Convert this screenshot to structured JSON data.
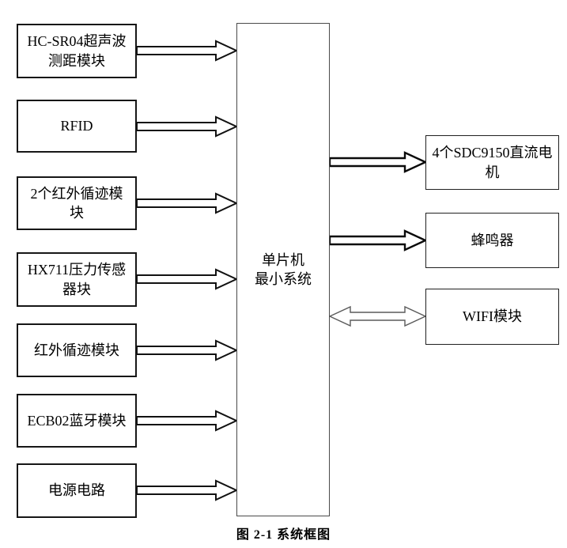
{
  "diagram": {
    "caption": "图 2-1 系统框图",
    "colors": {
      "background": "#ffffff",
      "box_border": "#161616",
      "box_fill": "#ffffff",
      "text": "#000000",
      "arrow_outline": "#111111",
      "bidirectional_arrow_outline": "#5a5a5a"
    },
    "center_module": {
      "label": "单片机\n最小系统"
    },
    "left_modules": [
      {
        "label": "HC-SR04超声波\n测距模块",
        "arrow": "to-mcu"
      },
      {
        "label": "RFID",
        "arrow": "to-mcu"
      },
      {
        "label": "2个红外循迹模\n块",
        "arrow": "to-mcu"
      },
      {
        "label": "HX711压力传感\n器块",
        "arrow": "to-mcu"
      },
      {
        "label": "红外循迹模块",
        "arrow": "to-mcu"
      },
      {
        "label": "ECB02蓝牙模块",
        "arrow": "to-mcu"
      },
      {
        "label": "电源电路",
        "arrow": "to-mcu"
      }
    ],
    "right_modules": [
      {
        "label": "4个SDC9150直流电\n机",
        "arrow": "from-mcu"
      },
      {
        "label": "蜂鸣器",
        "arrow": "from-mcu"
      },
      {
        "label": "WIFI模块",
        "arrow": "bidirectional"
      }
    ]
  }
}
